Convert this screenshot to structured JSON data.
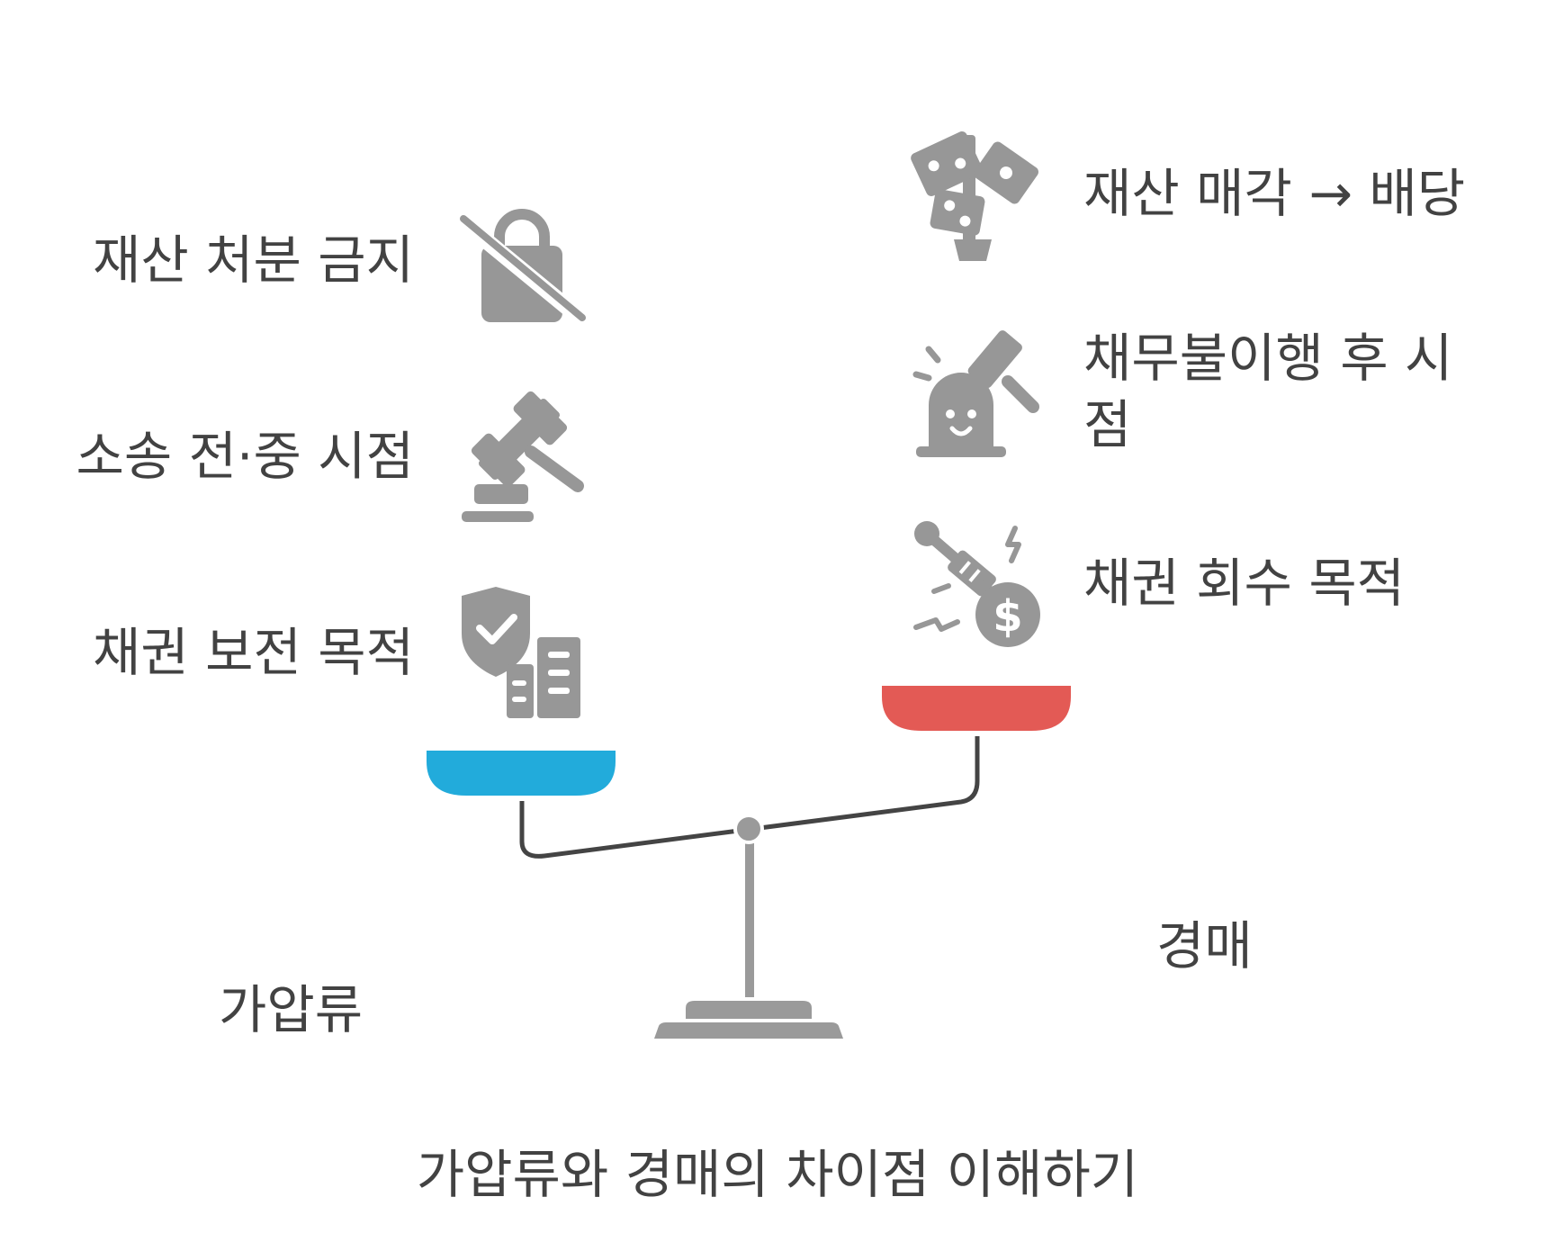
{
  "left": {
    "category": "가압류",
    "items": [
      "재산 처분 금지",
      "소송 전·중 시점",
      "채권 보전 목적"
    ],
    "pan_color": "#22ABDB"
  },
  "right": {
    "category": "경매",
    "items": [
      "재산 매각 → 배당",
      "채무불이행 후 시",
      "점",
      "채권 회수 목적"
    ],
    "pan_color": "#E35A55"
  },
  "title": "가압류와 경매의 차이점 이해하기",
  "icons": {
    "left": [
      "no-lock-icon",
      "gavel-icon",
      "shield-building-icon"
    ],
    "right": [
      "sale-tag-icon",
      "auction-alert-icon",
      "debt-collection-icon"
    ]
  },
  "colors": {
    "icon": "#979797",
    "scale": "#9A9A9A",
    "beam": "#444444",
    "text": "#424242"
  }
}
